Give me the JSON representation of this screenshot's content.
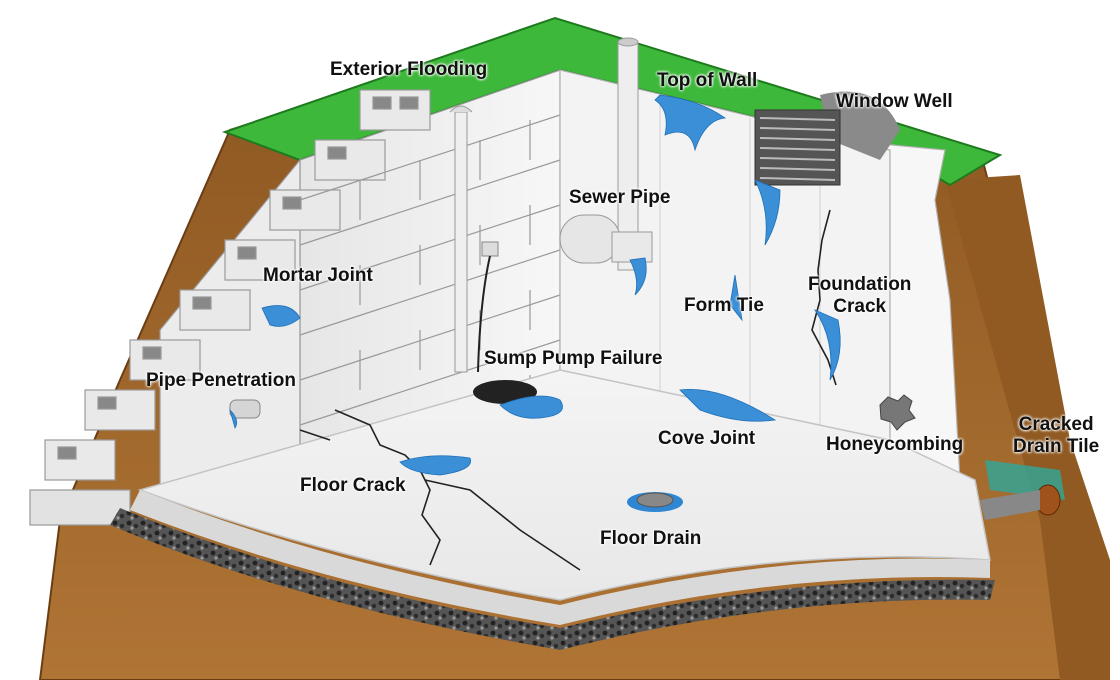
{
  "diagram": {
    "labels": {
      "exterior_flooding": "Exterior Flooding",
      "top_of_wall": "Top of Wall",
      "window_well": "Window Well",
      "sewer_pipe": "Sewer Pipe",
      "mortar_joint": "Mortar Joint",
      "foundation_crack_line1": "Foundation",
      "foundation_crack_line2": "Crack",
      "form_tie": "Form Tie",
      "sump_pump_failure": "Sump Pump Failure",
      "pipe_penetration": "Pipe Penetration",
      "cove_joint": "Cove Joint",
      "honeycombing": "Honeycombing",
      "cracked_drain_tile_line1": "Cracked",
      "cracked_drain_tile_line2": "Drain Tile",
      "floor_crack": "Floor Crack",
      "floor_drain": "Floor Drain"
    },
    "colors": {
      "grass": "#3db83a",
      "soil": "#a0652a",
      "soil_dark": "#7a4519",
      "concrete": "#f2f2f2",
      "wall_shade": "#dcdcdc",
      "water": "#3a8fd6",
      "gravel": "#333333"
    }
  }
}
